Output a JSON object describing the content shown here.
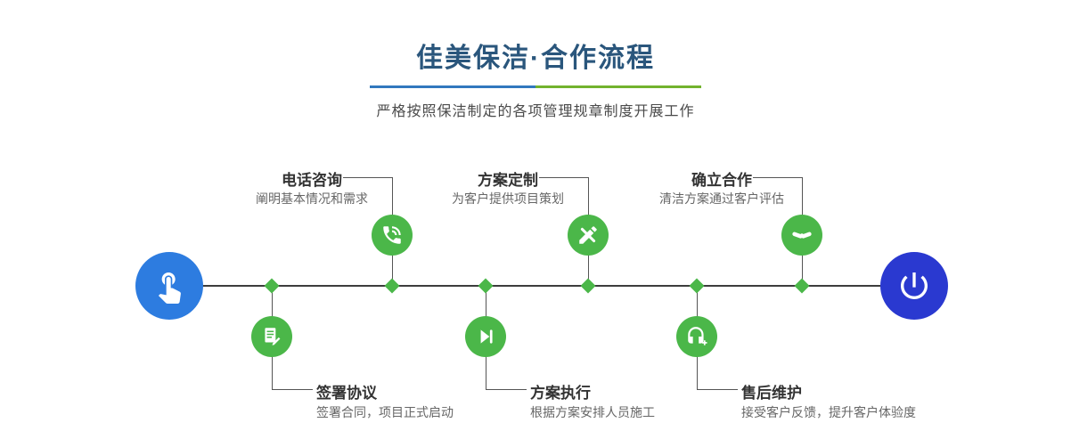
{
  "header": {
    "title": "佳美保洁·合作流程",
    "subtitle": "严格按照保洁制定的各项管理规章制度开展工作"
  },
  "timeline": {
    "start_icon": "pointing-hand-icon",
    "end_icon": "power-icon"
  },
  "steps_top": [
    {
      "title": "电话咨询",
      "desc": "阐明基本情况和需求",
      "icon": "phone-icon"
    },
    {
      "title": "方案定制",
      "desc": "为客户提供项目策划",
      "icon": "design-tools-icon"
    },
    {
      "title": "确立合作",
      "desc": "清洁方案通过客户评估",
      "icon": "handshake-icon"
    }
  ],
  "steps_bottom": [
    {
      "title": "签署协议",
      "desc": "签署合同，项目正式启动",
      "icon": "contract-icon"
    },
    {
      "title": "方案执行",
      "desc": "根据方案安排人员施工",
      "icon": "play-icon"
    },
    {
      "title": "售后维护",
      "desc": "接受客户反馈，提升客户体验度",
      "icon": "headset-icon"
    }
  ],
  "colors": {
    "title": "#2a567c",
    "divider_blue": "#3178be",
    "divider_green": "#72b32d",
    "node_green": "#4bb749",
    "terminal_left_blue": "#2d7ce0",
    "terminal_right_blue": "#2a39d0",
    "line": "#3d3d3d"
  }
}
